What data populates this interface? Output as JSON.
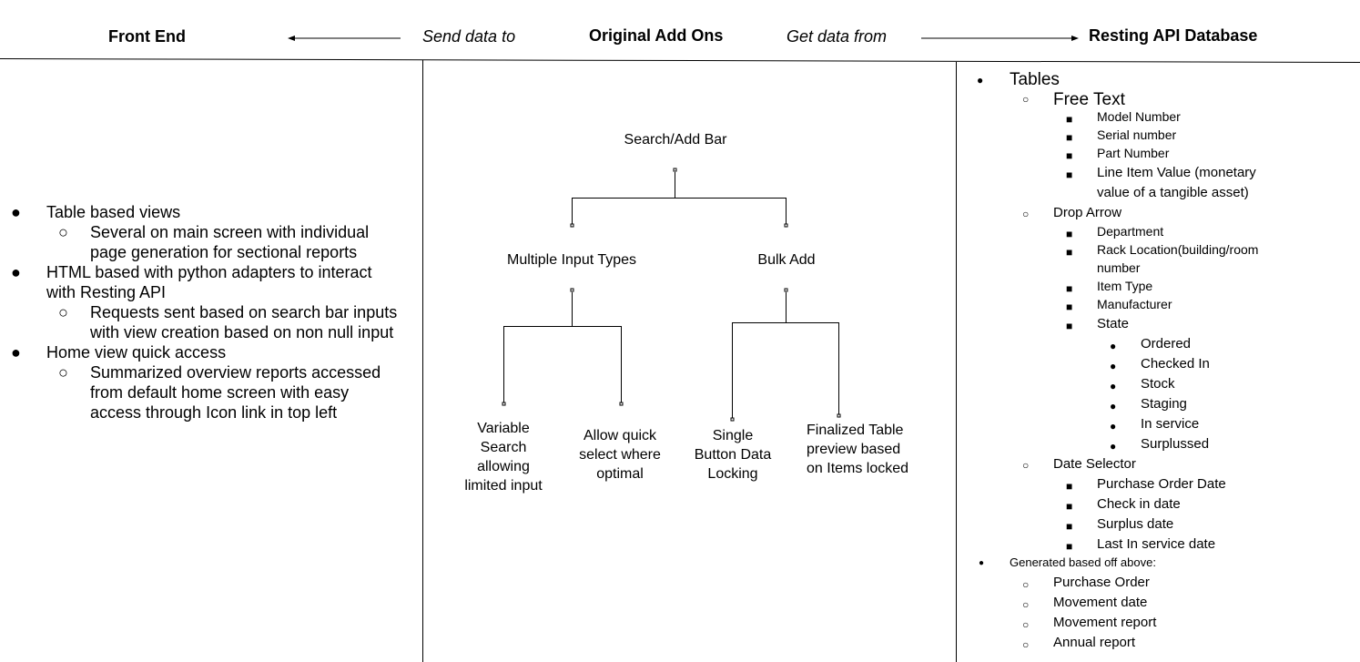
{
  "header": {
    "front_end": "Front End",
    "send_data": "Send data to",
    "original": "Original Add Ons",
    "get_data": "Get data from",
    "api": "Resting API Database"
  },
  "left": {
    "items": [
      {
        "text": "Table based views",
        "sub": [
          "Several on main screen with individual page generation for sectional reports"
        ]
      },
      {
        "text": "HTML based with python adapters to interact with Resting API",
        "sub": [
          "Requests sent based on search bar inputs with view creation based on non null input"
        ]
      },
      {
        "text": "Home view quick access",
        "sub": [
          "Summarized overview reports accessed from default home screen with easy access through Icon link in top left"
        ]
      }
    ]
  },
  "tree": {
    "root": "Search/Add Bar",
    "mid_left": "Multiple Input Types",
    "mid_right": "Bulk Add",
    "leaf1": "Variable Search allowing limited input",
    "leaf2": "Allow quick select where optimal",
    "leaf3": "Single Button Data Locking",
    "leaf4": "Finalized Table preview based on Items locked"
  },
  "right": {
    "tables": "Tables",
    "free_text": "Free Text",
    "free_text_items": [
      "Model Number",
      "Serial number",
      "Part Number",
      "Line Item Value (monetary",
      "value of a tangible asset)"
    ],
    "drop_arrow": "Drop Arrow",
    "drop_items": [
      "Department",
      "Rack Location(building/room",
      "number",
      "Item Type",
      "Manufacturer",
      "State"
    ],
    "states": [
      "Ordered",
      "Checked In",
      "Stock",
      "Staging",
      "In service",
      "Surplussed"
    ],
    "date_selector": "Date Selector",
    "date_items": [
      "Purchase Order Date",
      "Check in date",
      "Surplus date",
      "Last In service date"
    ],
    "generated": "Generated based off above:",
    "generated_items": [
      "Purchase Order",
      "Movement date",
      "Movement report",
      "Annual report"
    ]
  },
  "glyphs": {
    "bullet": "●",
    "circle": "○",
    "square": "■"
  }
}
